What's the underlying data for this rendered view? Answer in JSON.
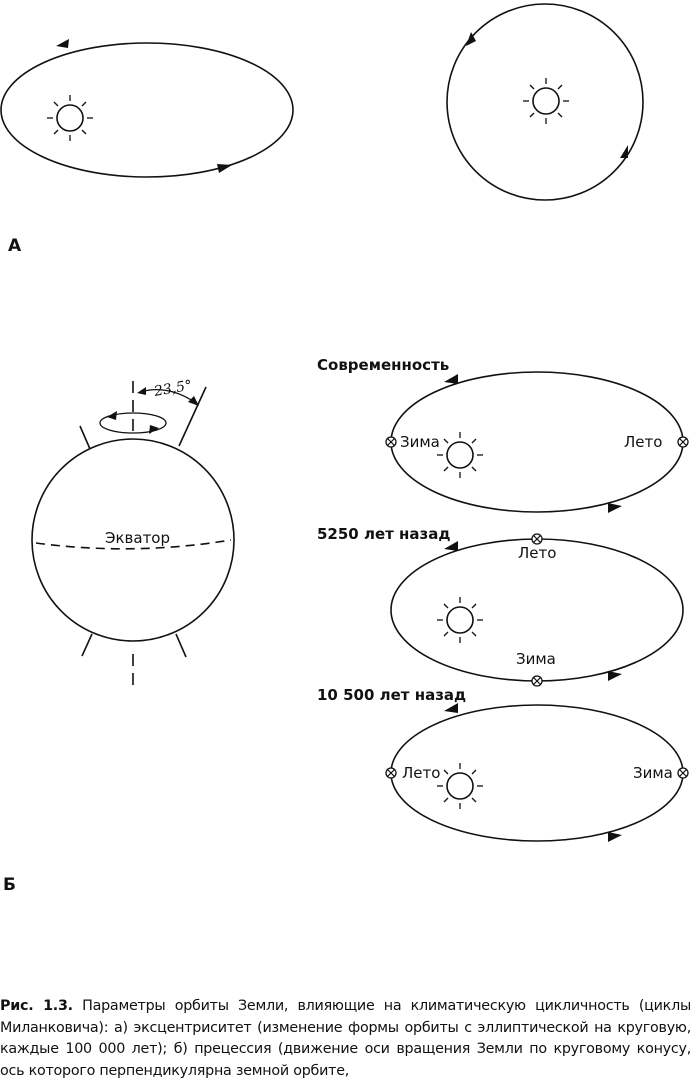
{
  "panels": {
    "a": {
      "label": "А"
    },
    "b": {
      "label": "Б",
      "angle_label": "23,5°",
      "equator_label": "Экватор",
      "orbits": [
        {
          "heading": "Современность",
          "left_label": "Зима",
          "right_label": "Лето"
        },
        {
          "heading": "5250 лет назад",
          "top_label": "Лето",
          "bottom_label": "Зима"
        },
        {
          "heading": "10 500 лет назад",
          "left_label": "Лето",
          "right_label": "Зима"
        }
      ]
    }
  },
  "caption": {
    "number": "Рис. 1.3.",
    "text": " Параметры орбиты Земли, влияющие на климатическую цикличность (циклы Миланковича): а) эксцентриситет (изменение формы орбиты с эллиптической на круговую, каждые 100 000 лет); б) прецессия (движение оси вращения Земли по круговому конусу, ось которого перпендикулярна земной орбите,"
  }
}
